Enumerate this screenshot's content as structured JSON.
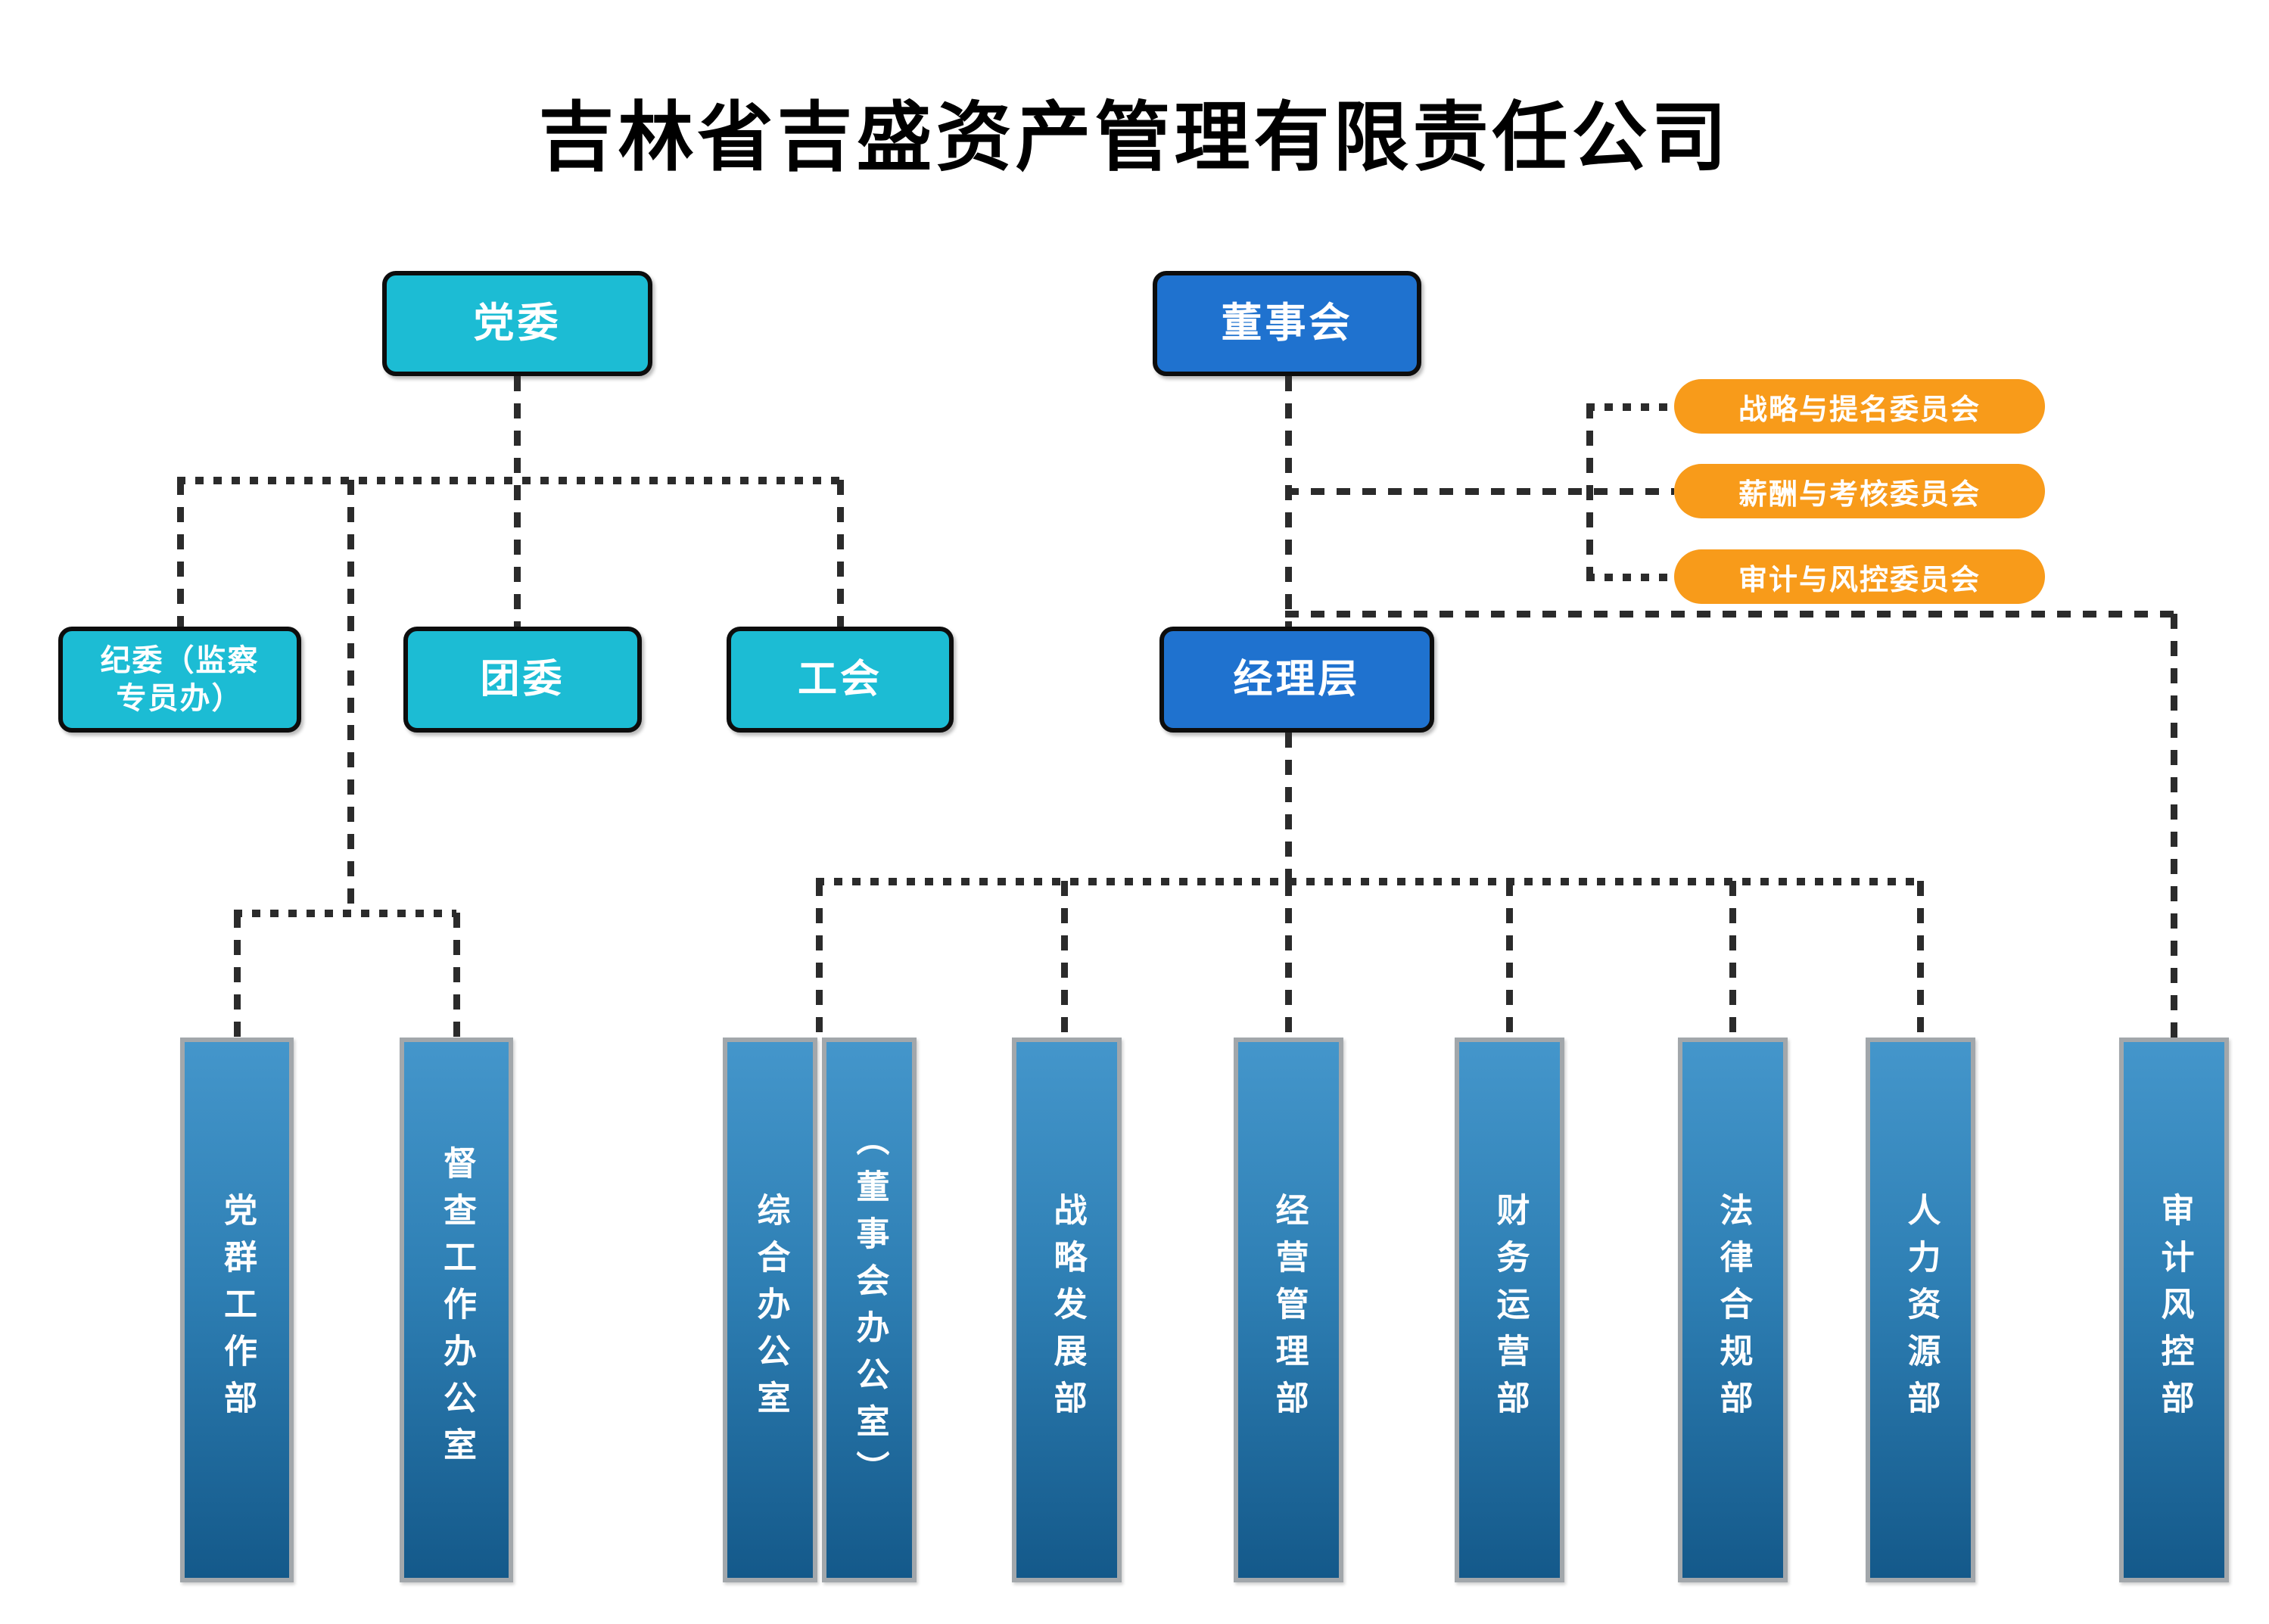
{
  "title": "吉林省吉盛资产管理有限责任公司",
  "nodes": {
    "party_committee": "党委",
    "board": "董事会",
    "discipline": "纪委（监察\n专员办）",
    "youth_league": "团委",
    "labor_union": "工会",
    "management": "经理层"
  },
  "committees": [
    {
      "label": "战略与提名委员会"
    },
    {
      "label": "薪酬与考核委员会"
    },
    {
      "label": "审计与风控委员会"
    }
  ],
  "departments": [
    {
      "label": "党群工作部"
    },
    {
      "label": "督查工作办公室"
    },
    {
      "label": "综合办公室"
    },
    {
      "label": "（董事会办公室）"
    },
    {
      "label": "战略发展部"
    },
    {
      "label": "经营管理部"
    },
    {
      "label": "财务运营部"
    },
    {
      "label": "法律合规部"
    },
    {
      "label": "人力资源部"
    },
    {
      "label": "审计风控部"
    }
  ],
  "colors": {
    "cyan": "#1cbcd4",
    "blue": "#1f72cf",
    "orange": "#f89b1a",
    "dept-top": "#4496cb",
    "dept-bottom": "#14598a",
    "line": "#2b2b2b",
    "node-border": "#0d0d0d",
    "dept-border": "#a2a7ab",
    "title": "#000000"
  }
}
